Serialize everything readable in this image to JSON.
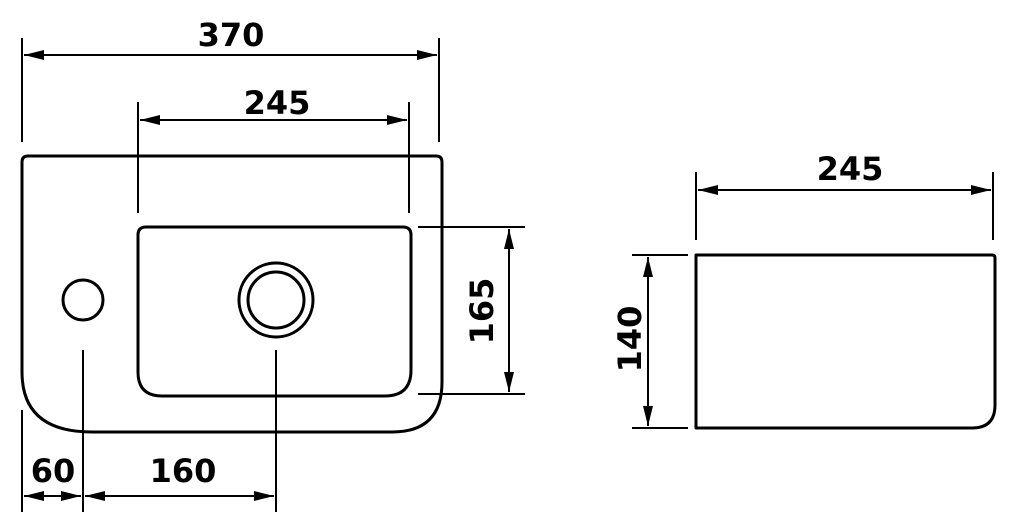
{
  "colors": {
    "line": "#000000",
    "background": "#ffffff"
  },
  "top_view": {
    "dimensions": {
      "overall_width": "370",
      "basin_width": "245",
      "basin_depth": "165",
      "tap_hole_offset": "60",
      "drain_offset": "160"
    }
  },
  "side_view": {
    "dimensions": {
      "width": "245",
      "height": "140"
    }
  }
}
